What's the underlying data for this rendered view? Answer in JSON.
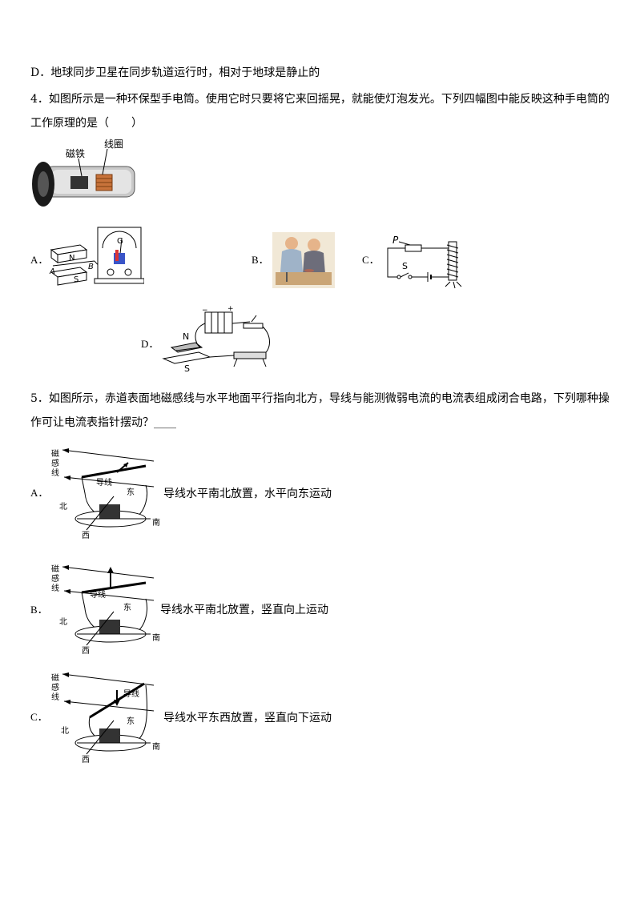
{
  "q3": {
    "option_d": "D．地球同步卫星在同步轨道运行时，相对于地球是静止的"
  },
  "q4": {
    "line1": "4．如图所示是一种环保型手电筒。使用它时只要将它来回摇晃，就能使灯泡发光。下列四幅图中能反映这种手电筒的",
    "line2": "工作原理的是（　　）",
    "figure_labels": {
      "magnet": "磁铁",
      "coil": "线圈"
    },
    "options": {
      "a": {
        "letter": "A．",
        "labels": {
          "n": "N",
          "s": "S",
          "a": "A",
          "b": "B",
          "g": "G"
        }
      },
      "b": {
        "letter": "B．"
      },
      "c": {
        "letter": "C．",
        "labels": {
          "p": "P",
          "s": "S"
        }
      },
      "d": {
        "letter": "D．",
        "labels": {
          "n": "N",
          "s": "S",
          "minus": "−",
          "plus": "+"
        }
      }
    }
  },
  "q5": {
    "line1": "5．如图所示，赤道表面地磁感线与水平地面平行指向北方，导线与能测微弱电流的电流表组成闭合电路，下列哪种操",
    "line2": "作可让电流表指针摆动？____",
    "figure_labels": {
      "field": [
        "磁",
        "感",
        "线"
      ],
      "wire": "导线",
      "east": "东",
      "west": "西",
      "north": "北",
      "south": "南"
    },
    "options": [
      {
        "letter": "A．",
        "text": "导线水平南北放置，水平向东运动"
      },
      {
        "letter": "B．",
        "text": "导线水平南北放置，竖直向上运动"
      },
      {
        "letter": "C．",
        "text": "导线水平东西放置，竖直向下运动"
      }
    ]
  }
}
